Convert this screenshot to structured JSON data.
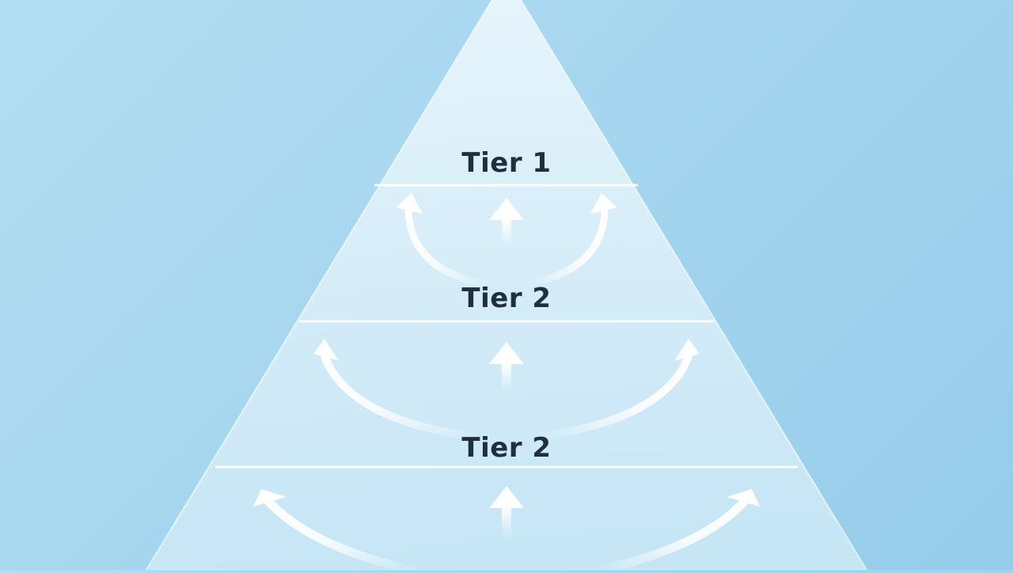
{
  "diagram": {
    "tiers": [
      {
        "label": "Tier 1"
      },
      {
        "label": "Tier 2"
      },
      {
        "label": "Tier 2"
      }
    ],
    "arrow_rows": [
      {
        "direction": "up",
        "arrows": [
          "curved-left",
          "straight",
          "curved-right"
        ]
      },
      {
        "direction": "up",
        "arrows": [
          "curved-left",
          "straight",
          "curved-right"
        ]
      },
      {
        "direction": "up",
        "arrows": [
          "curved-left",
          "straight",
          "curved-right"
        ]
      }
    ]
  },
  "colors": {
    "background": "#a6d6ef",
    "pyramid_fill": "#e6f4fb",
    "divider": "#ffffff",
    "label_text": "#1f2f3e",
    "arrow": "#ffffff"
  }
}
